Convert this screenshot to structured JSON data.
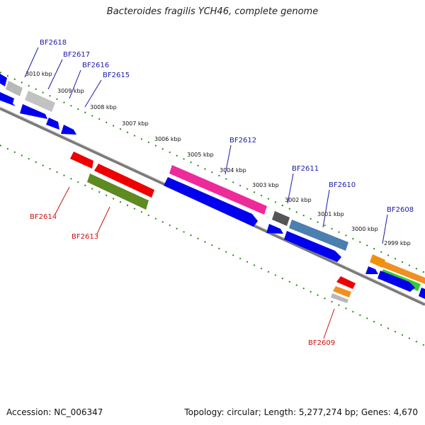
{
  "title": "Bacteroides fragilis YCH46, complete genome",
  "footer": {
    "accession": "Accession: NC_006347",
    "summary": "Topology: circular; Length: 5,277,274 bp; Genes: 4,670"
  },
  "colors": {
    "backbone": "#7a7a7a",
    "ticks": "#2a8a1a",
    "forward_label": "#1a1aa8",
    "reverse_label": "#cc1111"
  },
  "kbp_labels": [
    "3010 kbp",
    "3009 kbp",
    "3008 kbp",
    "3007 kbp",
    "3006 kbp",
    "3005 kbp",
    "3004 kbp",
    "3003 kbp",
    "3002 kbp",
    "3001 kbp",
    "3000 kbp",
    "2999 kbp"
  ],
  "gene_labels_forward": [
    "BF2618",
    "BF2617",
    "BF2616",
    "BF2615",
    "BF2612",
    "BF2611",
    "BF2610",
    "BF2608"
  ],
  "gene_labels_reverse": [
    "BF2614",
    "BF2613",
    "BF2609"
  ]
}
